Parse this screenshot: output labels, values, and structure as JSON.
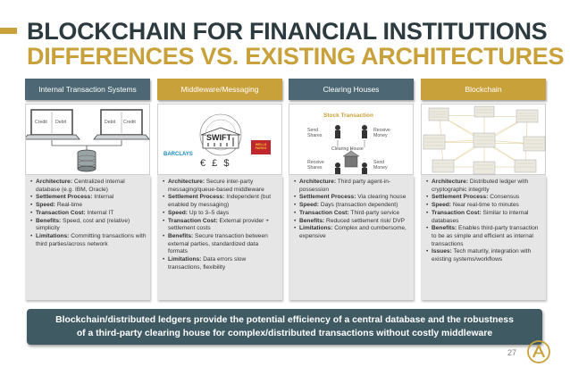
{
  "title": {
    "line1": "BLOCKCHAIN FOR FINANCIAL INSTITUTIONS",
    "line2": "DIFFERENCES VS. EXISTING ARCHITECTURES"
  },
  "columns": [
    {
      "header": "Internal Transaction Systems",
      "image_labels": {
        "credit_left": "Credit",
        "debit_left": "Debit",
        "debit_right": "Debit",
        "credit_right": "Credit"
      },
      "bullets": [
        {
          "label": "Architecture:",
          "text": " Centralized internal database (e.g. IBM, Oracle)"
        },
        {
          "label": "Settlement Process:",
          "text": " Internal"
        },
        {
          "label": "Speed:",
          "text": " Real-time"
        },
        {
          "label": "Transaction Cost:",
          "text": " Internal IT"
        },
        {
          "label": "Benefits:",
          "text": " Speed, cost and (relative) simplicity"
        },
        {
          "label": "Limitations:",
          "text": " Committing transactions with third parties/across network"
        }
      ]
    },
    {
      "header": "Middleware/Messaging",
      "image_labels": {
        "swift": "SWIFT",
        "barclays": "BARCLAYS",
        "wells": "WELLS FARGO",
        "currency": "€ £ $"
      },
      "bullets": [
        {
          "label": "Architecture:",
          "text": " Secure inter-party messaging/queue-based middleware"
        },
        {
          "label": "Settlement Process:",
          "text": " Independent (but enabled by messaging)"
        },
        {
          "label": "Speed:",
          "text": " Up to 3–5 days"
        },
        {
          "label": "Transaction Cost:",
          "text": " External provider + settlement costs"
        },
        {
          "label": "Benefits:",
          "text": " Secure transaction between external parties, standardized data formats"
        },
        {
          "label": "Limitations:",
          "text": " Data errors slow transactions, flexibility"
        }
      ]
    },
    {
      "header": "Clearing Houses",
      "image_labels": {
        "title": "Stock Transaction",
        "send_shares": "Send Shares",
        "receive_money": "Receive Money",
        "clearing_house": "Clearing House",
        "receive_shares": "Receive Shares",
        "send_money": "Send Money"
      },
      "bullets": [
        {
          "label": "Architecture:",
          "text": " Third party agent-in-possession"
        },
        {
          "label": "Settlement Process:",
          "text": " Via clearing house"
        },
        {
          "label": "Speed:",
          "text": " Days (transaction dependent)"
        },
        {
          "label": "Transaction Cost:",
          "text": " Third-party service"
        },
        {
          "label": "Benefits:",
          "text": " Reduced settlement risk/ DVP"
        },
        {
          "label": "Limitations:",
          "text": " Complex and cumbersome, expensive"
        }
      ]
    },
    {
      "header": "Blockchain",
      "bullets": [
        {
          "label": "Architecture:",
          "text": " Distributed ledger with cryptographic integrity"
        },
        {
          "label": "Settlement Process:",
          "text": " Consensus"
        },
        {
          "label": "Speed:",
          "text": " Near real-time to minutes"
        },
        {
          "label": "Transaction Cost:",
          "text": " Similar to internal databases"
        },
        {
          "label": "Benefits:",
          "text": " Enables third-party transaction to be as simple and efficient as internal transactions"
        },
        {
          "label": "Issues:",
          "text": " Tech maturity, integration with existing systems/workflows"
        }
      ]
    }
  ],
  "banner": {
    "line1": "Blockchain/distributed ledgers provide the potential efficiency of a central database and the robustness",
    "line2": "of a third-party clearing house for complex/distributed transactions without costly middleware"
  },
  "page_number": "27",
  "colors": {
    "dark": "#4d6874",
    "gold": "#c9a13b",
    "banner": "#3f5a63"
  }
}
